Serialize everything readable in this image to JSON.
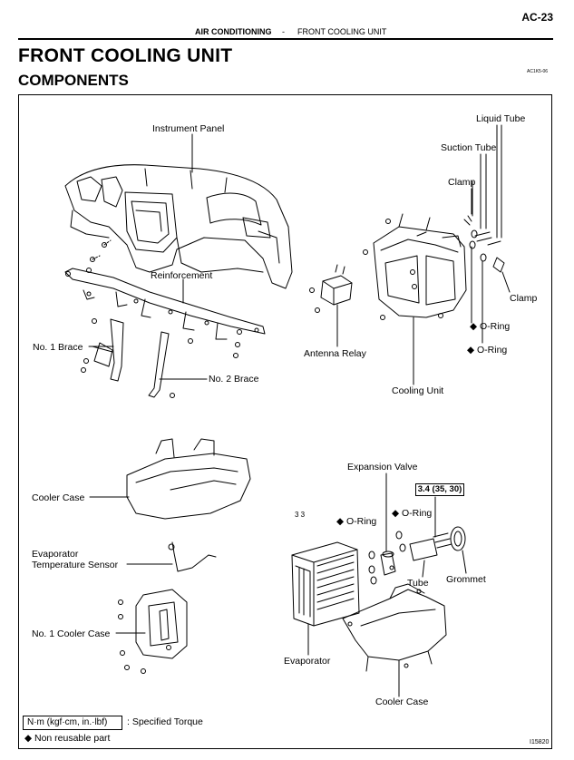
{
  "header": {
    "page_number": "AC-23",
    "section": "AIR CONDITIONING",
    "separator": "-",
    "subsection": "FRONT COOLING UNIT"
  },
  "title": "FRONT COOLING UNIT",
  "subtitle": "COMPONENTS",
  "reference_code": "AC1K5-06",
  "figure_code": "I15820",
  "diamond_symbol": "◆",
  "labels": {
    "instrument_panel": "Instrument Panel",
    "liquid_tube": "Liquid Tube",
    "suction_tube": "Suction Tube",
    "clamp_top": "Clamp",
    "clamp_right": "Clamp",
    "reinforcement": "Reinforcement",
    "o_ring_1": "O-Ring",
    "o_ring_2": "O-Ring",
    "no1_brace": "No. 1 Brace",
    "antenna_relay": "Antenna Relay",
    "no2_brace": "No. 2 Brace",
    "cooling_unit": "Cooling Unit",
    "expansion_valve": "Expansion Valve",
    "torque_value": "3.4 (35, 30)",
    "cooler_case_top": "Cooler Case",
    "o_ring_left": "O-Ring",
    "o_ring_mid": "O-Ring",
    "evaporator_temp_sensor_line1": "Evaporator",
    "evaporator_temp_sensor_line2": "Temperature Sensor",
    "tube": "Tube",
    "grommet": "Grommet",
    "no1_cooler_case": "No. 1 Cooler Case",
    "evaporator": "Evaporator",
    "cooler_case_bottom": "Cooler Case",
    "screw_marks": "3 3"
  },
  "legend": {
    "torque_units": "N·m (kgf·cm, in.·lbf)",
    "torque_desc": ": Specified Torque",
    "non_reusable": "◆ Non reusable part"
  }
}
